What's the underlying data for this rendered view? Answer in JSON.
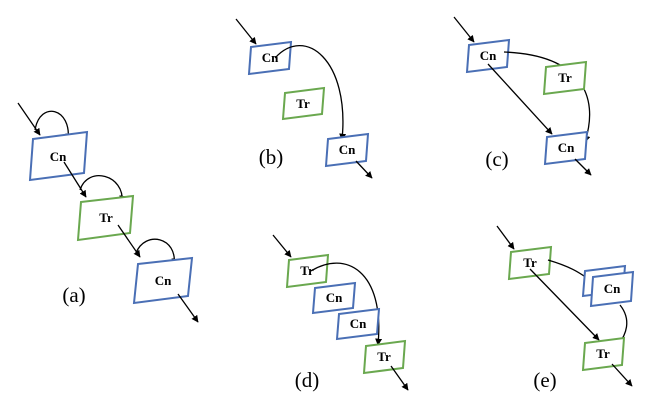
{
  "blocks": {
    "cn": "Cn",
    "tr": "Tr"
  },
  "panels": {
    "a": "(a)",
    "b": "(b)",
    "c": "(c)",
    "d": "(d)",
    "e": "(e)"
  },
  "colors": {
    "cn_border": "#4a6fb5",
    "tr_border": "#6aa84f",
    "arrow": "#000000"
  }
}
